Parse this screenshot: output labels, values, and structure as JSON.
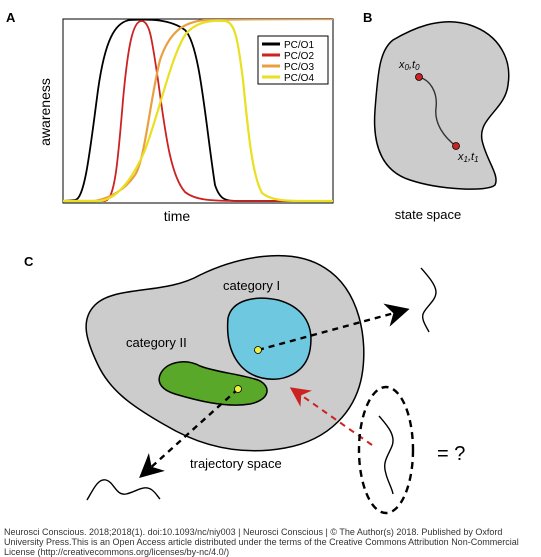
{
  "panels": {
    "a": {
      "label": "A",
      "xlabel": "time",
      "ylabel": "awareness",
      "legend": [
        {
          "name": "PC/O1",
          "color": "#000000"
        },
        {
          "name": "PC/O2",
          "color": "#cc2222"
        },
        {
          "name": "PC/O3",
          "color": "#e8a040"
        },
        {
          "name": "PC/O4",
          "color": "#e8e020"
        }
      ]
    },
    "b": {
      "label": "B",
      "caption": "state space",
      "start_point": {
        "base": "x",
        "sub1": "0",
        "base2": "t",
        "sub2": "0"
      },
      "end_point": {
        "base": "x",
        "sub1": "1",
        "base2": "t",
        "sub2": "1"
      }
    },
    "c": {
      "label": "C",
      "category_one": "category I",
      "category_two": "category II",
      "caption": "trajectory space",
      "question": "= ?"
    }
  },
  "colors": {
    "region_fill": "#cccccc",
    "category_one_fill": "#6ec8e0",
    "category_two_fill": "#5aa82a",
    "dot_red": "#cc2222",
    "dot_yellow": "#f0f040",
    "arrow_red": "#cc2222"
  },
  "credit": "Neurosci Conscious. 2018;2018(1). doi:10.1093/nc/niy003 | Neurosci Conscious | © The Author(s) 2018. Published by Oxford University Press.This is an Open Access article distributed under the terms of the Creative Commons Attribution Non-Commercial License (http://creativecommons.org/licenses/by-nc/4.0/)"
}
